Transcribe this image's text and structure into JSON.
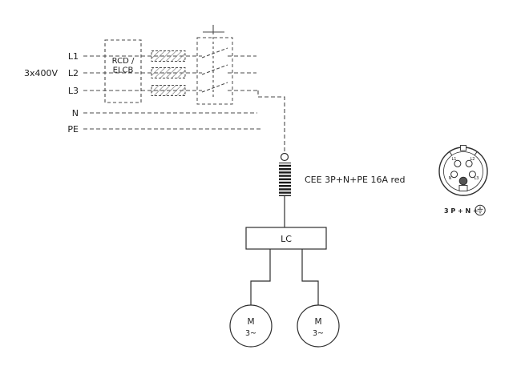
{
  "diagram": {
    "supply": {
      "voltage": "3x400V",
      "l1": "L1",
      "l2": "L2",
      "l3": "L3",
      "n": "N",
      "pe": "PE"
    },
    "rcd": {
      "line1": "RCD /",
      "line2": "ELCB"
    },
    "plug": {
      "label": "CEE 3P+N+PE 16A red"
    },
    "controller": {
      "label": "LC"
    },
    "motor1": {
      "label": "M",
      "phase": "3~"
    },
    "motor2": {
      "label": "M",
      "phase": "3~"
    },
    "connector": {
      "pin_l1": "L1",
      "pin_l2": "L2",
      "pin_l3": "L3",
      "pin_n": "N",
      "caption": "3 P + N +"
    },
    "colors": {
      "line": "#4a4a4a",
      "solid": "#2e2e2e"
    }
  }
}
